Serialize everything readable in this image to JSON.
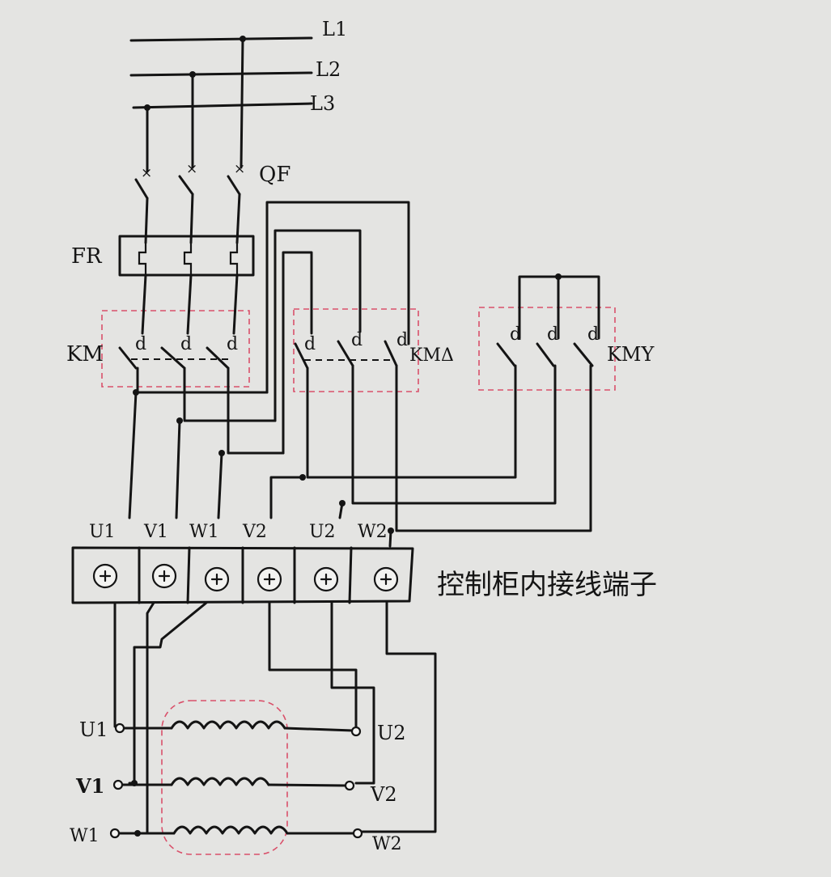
{
  "supply": {
    "l1": "L1",
    "l2": "L2",
    "l3": "L3"
  },
  "breaker": {
    "label": "QF"
  },
  "relay": {
    "label": "FR"
  },
  "contactors": {
    "main": "KM",
    "delta": "KMΔ",
    "star": "KMY"
  },
  "terminal_block": {
    "caption": "控制柜内接线端子",
    "terminals": [
      "U1",
      "V1",
      "W1",
      "V2",
      "U2",
      "W2"
    ]
  },
  "motor": {
    "left_terminals": [
      "U1",
      "V1",
      "W1"
    ],
    "right_terminals": [
      "U2",
      "V2",
      "W2"
    ]
  },
  "colors": {
    "paper": "#e4e4e2",
    "ink": "#141414",
    "enclosure": "#d9506a"
  }
}
